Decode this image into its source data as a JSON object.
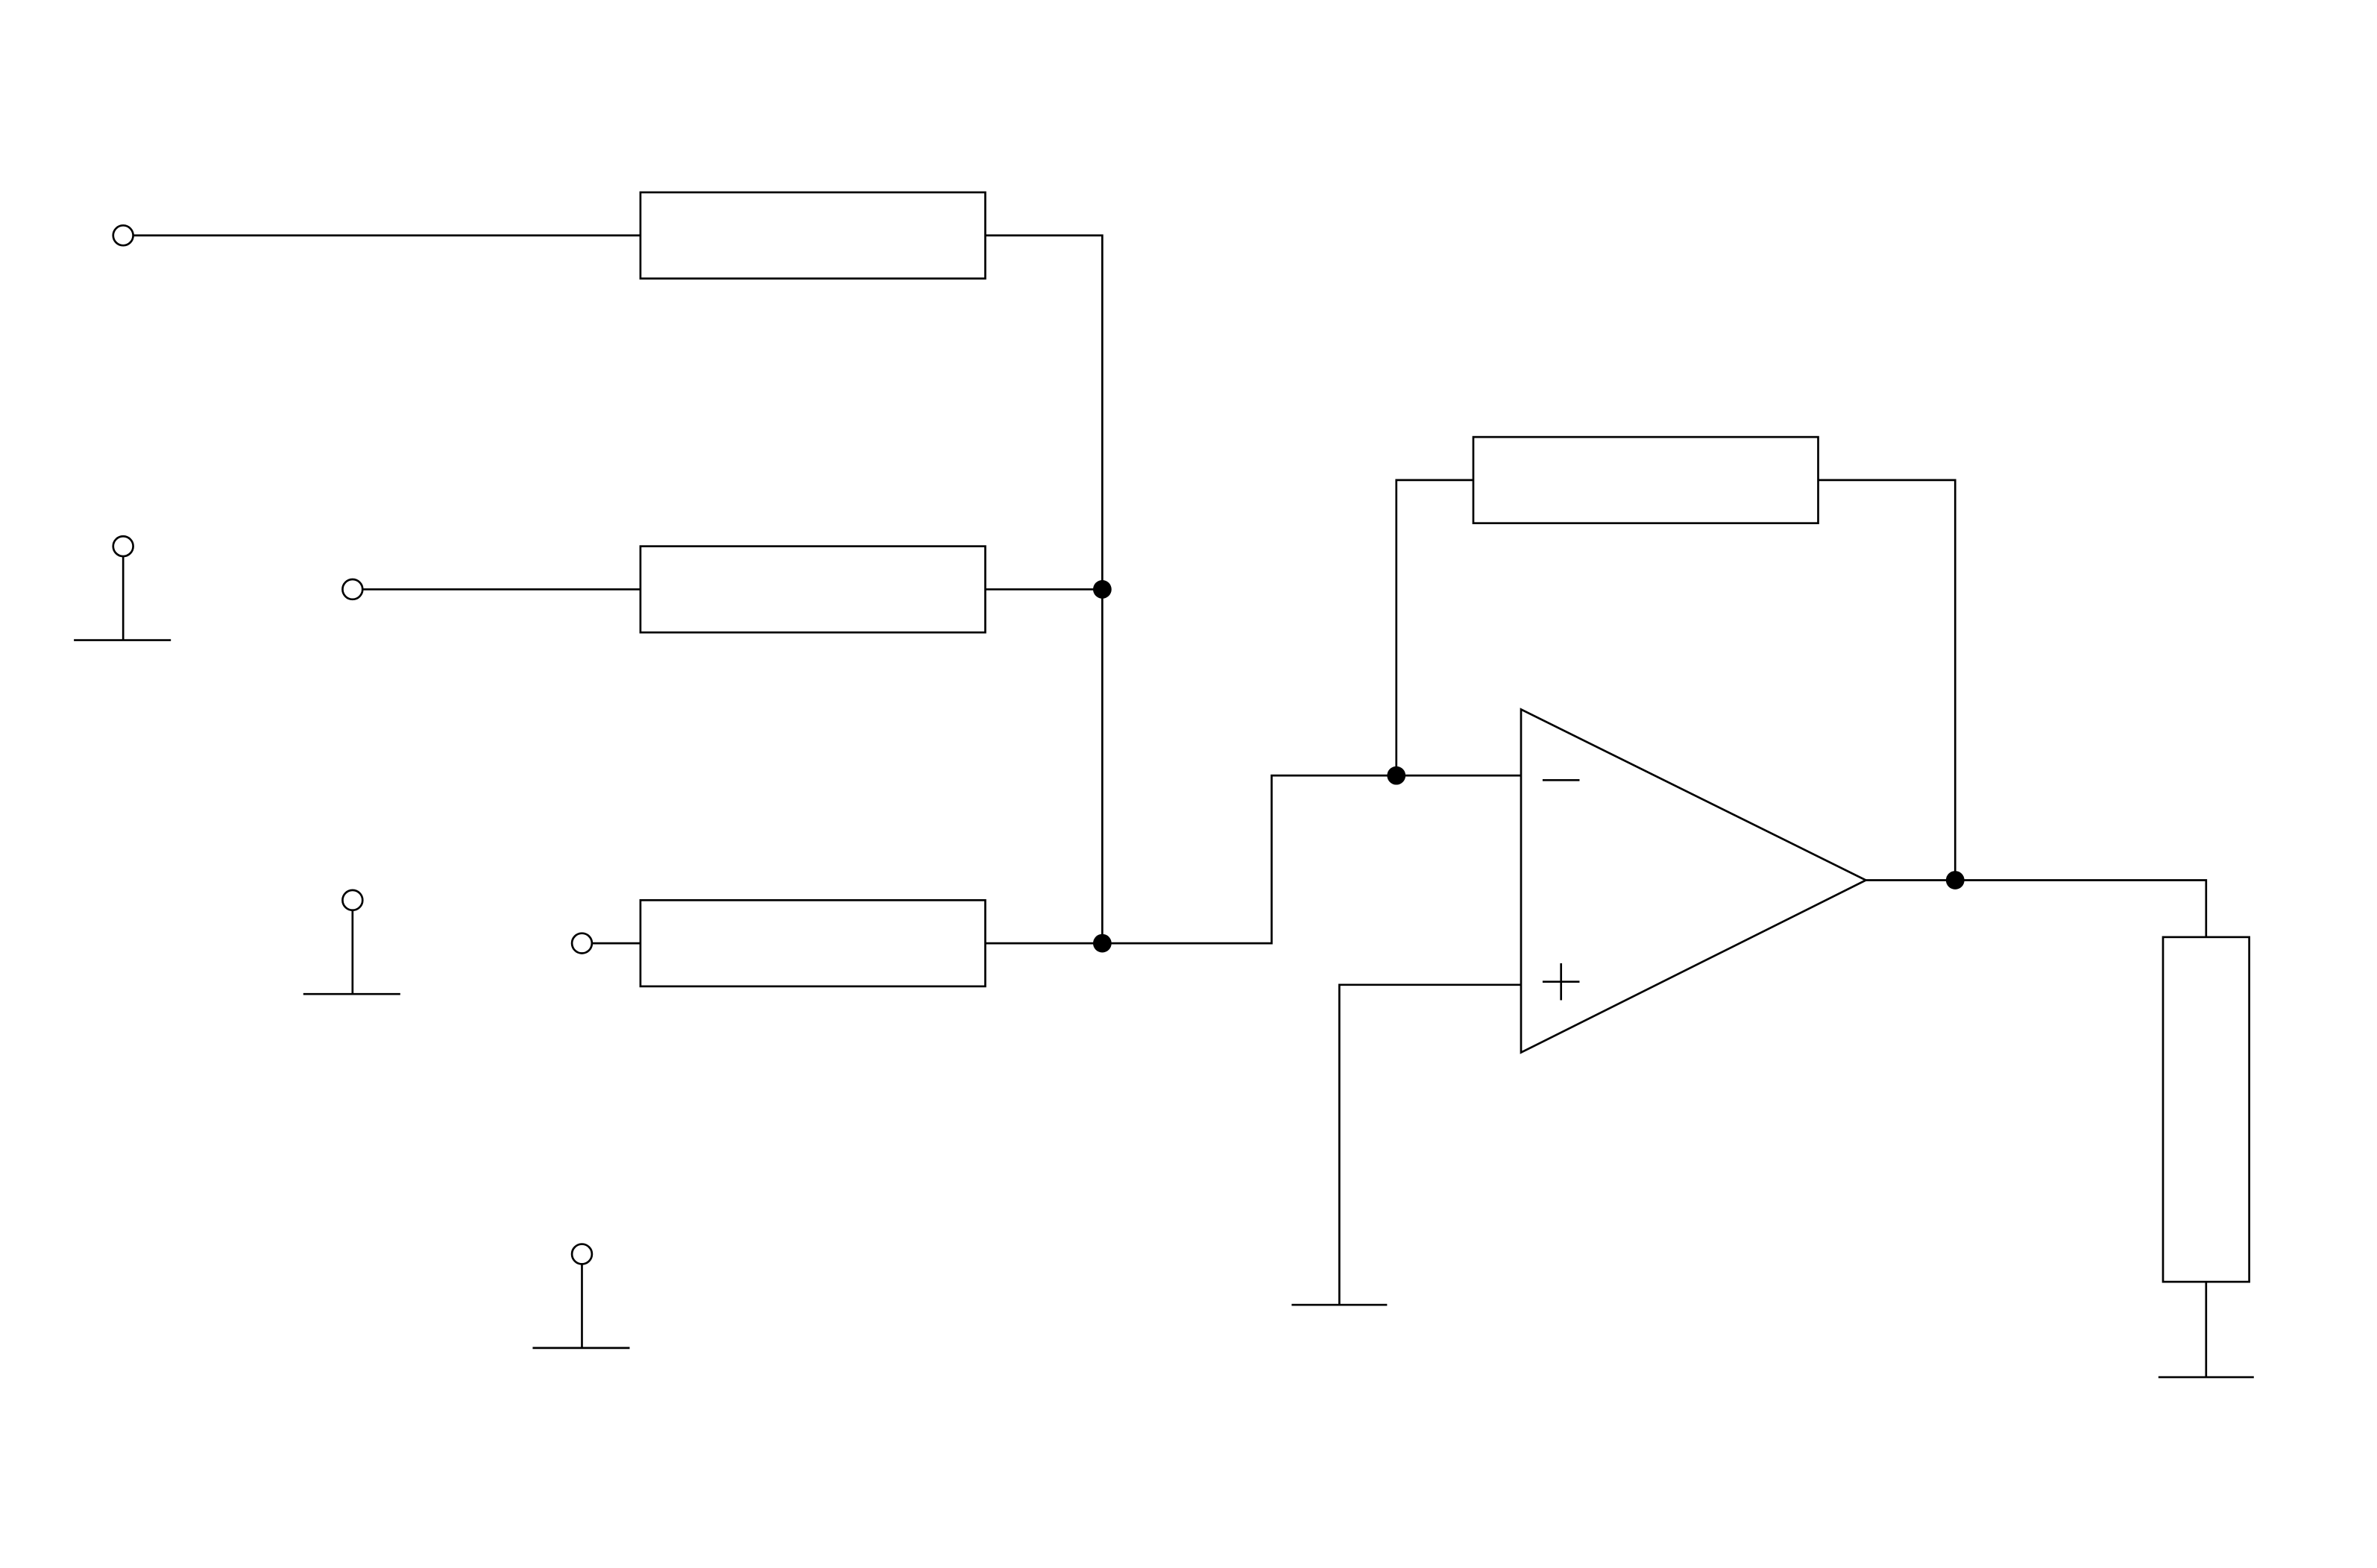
{
  "diagram": {
    "type": "circuit-schematic",
    "description_free": true,
    "colors": {
      "line": "#000000",
      "background": "#ffffff",
      "node_fill": "#000000",
      "terminal_fill": "#ffffff"
    },
    "components": {
      "input_resistors": 3,
      "feedback_resistors": 1,
      "load_resistors": 1,
      "op_amps": 1,
      "input_terminals": 3,
      "ground_symbols": 5,
      "junction_nodes": 4
    },
    "op_amp": {
      "inverting_symbol": "−",
      "non_inverting_symbol": "+"
    }
  }
}
